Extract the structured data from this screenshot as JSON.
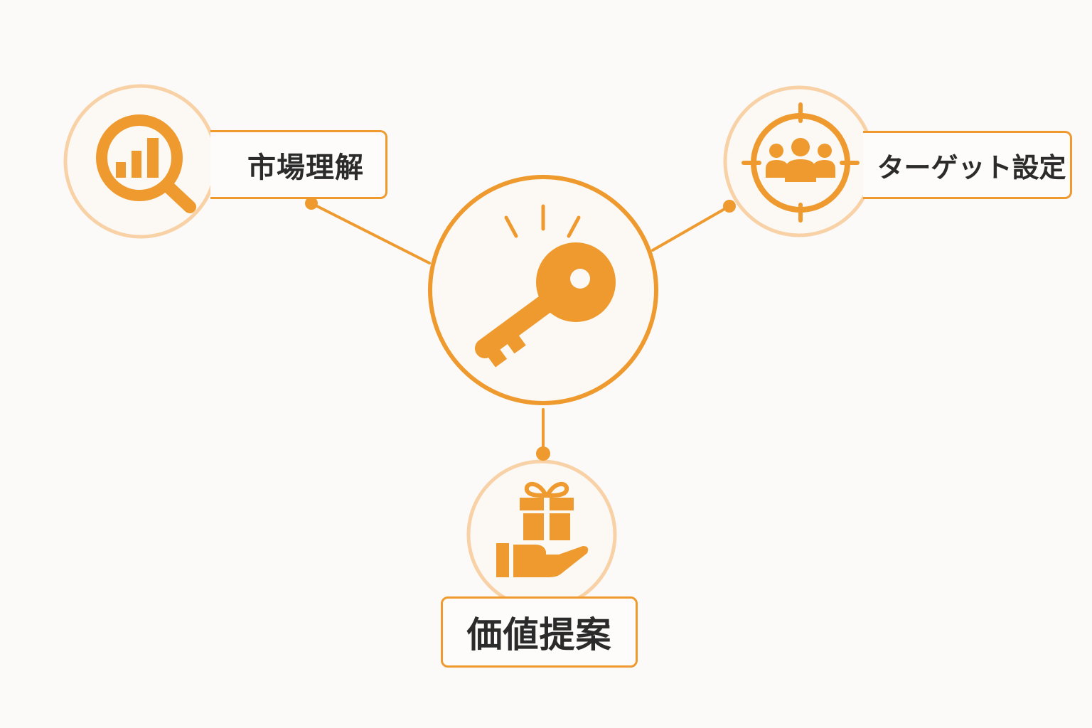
{
  "diagram": {
    "center": {
      "icon": "key-icon"
    },
    "nodes": [
      {
        "id": "market",
        "label": "市場理解",
        "icon": "magnifier-bar-chart-icon"
      },
      {
        "id": "target",
        "label": "ターゲット設定",
        "icon": "target-audience-icon"
      },
      {
        "id": "value",
        "label": "価値提案",
        "icon": "gift-hand-icon"
      }
    ]
  },
  "colors": {
    "accent": "#ef9a2e",
    "accent_light": "#f8d2a6",
    "circle_fill": "#fcf8f3",
    "background": "#fbfaf8",
    "text": "#2b2b2b"
  }
}
